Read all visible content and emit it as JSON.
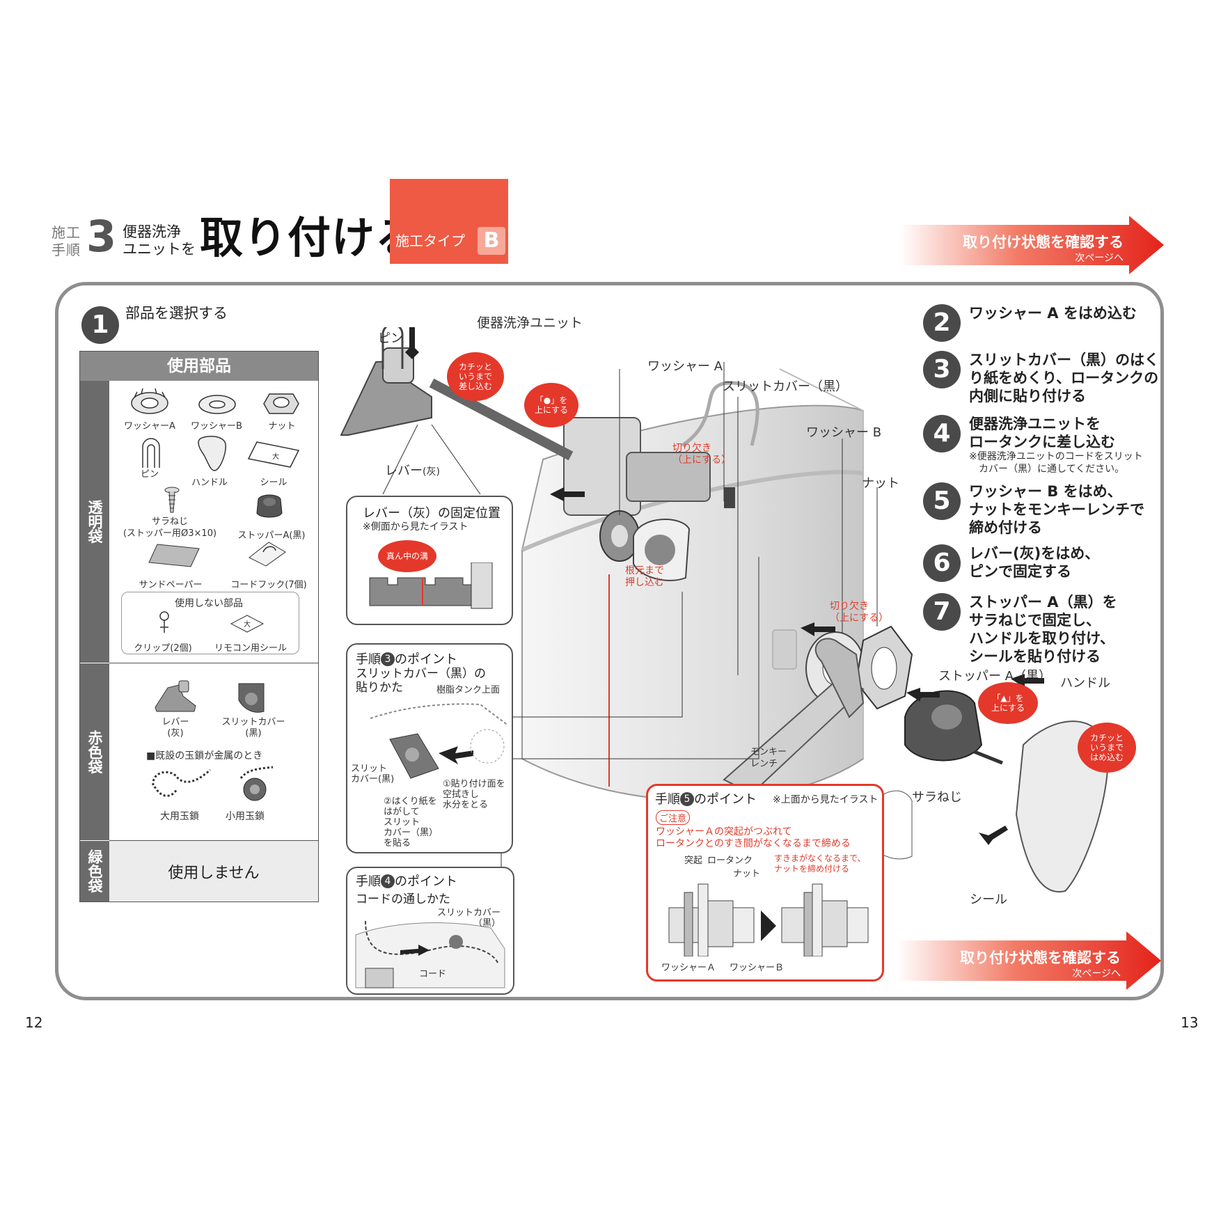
{
  "header": {
    "tag": "施工\n手順",
    "number": "3",
    "subtitle_line1": "便器洗浄",
    "subtitle_line2": "ユニットを",
    "title": "取り付ける",
    "type_label": "施工タイプ",
    "type_letter": "B"
  },
  "nav": {
    "label": "取り付け状態を確認する",
    "sub": "次ページへ"
  },
  "step1": {
    "num": "1",
    "label": "部品を選択する"
  },
  "parts": {
    "title": "使用部品",
    "clear_bag": "透明袋",
    "red_bag": "赤色袋",
    "green_bag": "緑色袋",
    "clear_items": [
      "ワッシャーA",
      "ワッシャーB",
      "ナット",
      "ピン",
      "ハンドル",
      "シール",
      "サラねじ\n(ストッパー用Ø3×10)",
      "ストッパーA(黒)",
      "サンドペーパー",
      "コードフック(7個)"
    ],
    "unused_title": "使用しない部品",
    "unused_items": [
      "クリップ(2個)",
      "リモコン用シール"
    ],
    "red_items": [
      "レバー\n(灰)",
      "スリットカバー\n(黒)"
    ],
    "metal_note": "■既設の玉鎖が金属のとき",
    "chains": [
      "大用玉鎖",
      "小用玉鎖"
    ],
    "green_note": "使用しません"
  },
  "steps": [
    {
      "num": "2",
      "text": "ワッシャー A をはめ込む"
    },
    {
      "num": "3",
      "text": "スリットカバー（黒）のはく\nり紙をめくり、ロータンクの\n内側に貼り付ける"
    },
    {
      "num": "4",
      "text": "便器洗浄ユニットを\nロータンクに差し込む",
      "note": "※便器洗浄ユニットのコードをスリット\n　カバー（黒）に通してください。"
    },
    {
      "num": "5",
      "text": "ワッシャー B をはめ、\nナットをモンキーレンチで\n締め付ける"
    },
    {
      "num": "6",
      "text": "レバー(灰)をはめ、\nピンで固定する"
    },
    {
      "num": "7",
      "text": "ストッパー A（黒）を\nサラねじで固定し、\nハンドルを取り付け、\nシールを貼り付ける"
    }
  ],
  "callouts": {
    "unit": "便器洗浄ユニット",
    "pin": "ピン",
    "lever": "レバー",
    "lever_suffix": "(灰)",
    "washer_a": "ワッシャー A",
    "slit_cover": "スリットカバー（黒）",
    "washer_b": "ワッシャー B",
    "nut": "ナット",
    "stopper": "ストッパー A（黒）",
    "handle": "ハンドル",
    "screw": "サラねじ",
    "seal": "シール",
    "wrench": "モンキー\nレンチ",
    "notch1": "切り欠き\n（上にする）",
    "notch2": "切り欠き\n（上にする）",
    "push_in": "根元まで\n押し込む",
    "click_pin": "カチッと\nいうまで\n差し込む",
    "dot_up": "「●」を\n上にする",
    "tri_up": "「▲」を\n上にする",
    "click_handle": "カチッと\nいうまで\nはめ込む"
  },
  "lever_panel": {
    "title": "レバー（灰）の固定位置",
    "note": "※側面から見たイラスト",
    "bubble": "真ん中の溝"
  },
  "point3": {
    "title_pre": "手順",
    "num": "3",
    "title_post": "のポイント",
    "subtitle": "スリットカバー（黒）の\n貼りかた",
    "tank_top": "樹脂タンク上面",
    "slit_label": "スリット\nカバー(黒)",
    "step_a": "①貼り付け面を\n空拭きし\n水分をとる",
    "step_b": "②はくり紙を\nはがして\nスリット\nカバー（黒）\nを貼る"
  },
  "point4": {
    "title_pre": "手順",
    "num": "4",
    "title_post": "のポイント",
    "subtitle": "コードの通しかた",
    "slit_label": "スリットカバー\n（黒）",
    "cord": "コード"
  },
  "point5": {
    "title_pre": "手順",
    "num": "5",
    "title_post": "のポイント",
    "note": "※上面から見たイラスト",
    "caution": "ご注意",
    "warning": "ワッシャーＡの突起がつぶれて\nロータンクとのすき間がなくなるまで締める",
    "protrusion": "突起",
    "tank": "ロータンク",
    "nut": "ナット",
    "no_gap": "すきまがなくなるまで、\nナットを締め付ける",
    "washer_a": "ワッシャーＡ",
    "washer_b": "ワッシャーＢ"
  },
  "pages": {
    "left": "12",
    "right": "13"
  },
  "colors": {
    "accent_red": "#e4382b",
    "header_orange": "#ef5a44",
    "frame_gray": "#8e8e8e",
    "dark_gray": "#4a4a4a"
  }
}
